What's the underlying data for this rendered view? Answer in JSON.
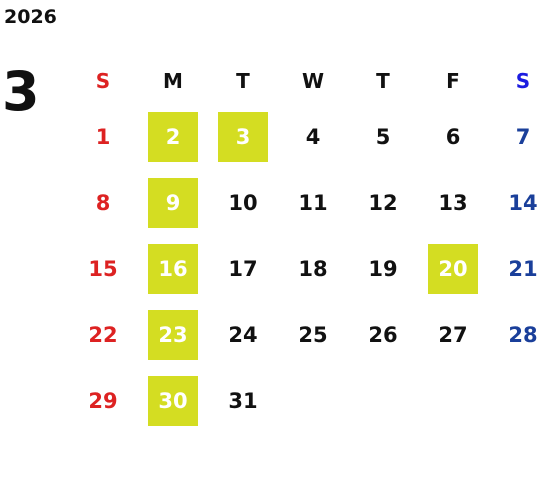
{
  "calendar": {
    "year": "2026",
    "month": "3",
    "weekdays": [
      "S",
      "M",
      "T",
      "W",
      "T",
      "F",
      "S"
    ],
    "highlight_color": "#d4dd22",
    "sunday_color": "#dd2222",
    "saturday_color": "#1a3f9a",
    "weeks": [
      [
        {
          "day": "1",
          "highlighted": false
        },
        {
          "day": "2",
          "highlighted": true
        },
        {
          "day": "3",
          "highlighted": true
        },
        {
          "day": "4",
          "highlighted": false
        },
        {
          "day": "5",
          "highlighted": false
        },
        {
          "day": "6",
          "highlighted": false
        },
        {
          "day": "7",
          "highlighted": false
        }
      ],
      [
        {
          "day": "8",
          "highlighted": false
        },
        {
          "day": "9",
          "highlighted": true
        },
        {
          "day": "10",
          "highlighted": false
        },
        {
          "day": "11",
          "highlighted": false
        },
        {
          "day": "12",
          "highlighted": false
        },
        {
          "day": "13",
          "highlighted": false
        },
        {
          "day": "14",
          "highlighted": false
        }
      ],
      [
        {
          "day": "15",
          "highlighted": false
        },
        {
          "day": "16",
          "highlighted": true
        },
        {
          "day": "17",
          "highlighted": false
        },
        {
          "day": "18",
          "highlighted": false
        },
        {
          "day": "19",
          "highlighted": false
        },
        {
          "day": "20",
          "highlighted": true
        },
        {
          "day": "21",
          "highlighted": false
        }
      ],
      [
        {
          "day": "22",
          "highlighted": false
        },
        {
          "day": "23",
          "highlighted": true
        },
        {
          "day": "24",
          "highlighted": false
        },
        {
          "day": "25",
          "highlighted": false
        },
        {
          "day": "26",
          "highlighted": false
        },
        {
          "day": "27",
          "highlighted": false
        },
        {
          "day": "28",
          "highlighted": false
        }
      ],
      [
        {
          "day": "29",
          "highlighted": false
        },
        {
          "day": "30",
          "highlighted": true
        },
        {
          "day": "31",
          "highlighted": false
        },
        {
          "day": "",
          "highlighted": false
        },
        {
          "day": "",
          "highlighted": false
        },
        {
          "day": "",
          "highlighted": false
        },
        {
          "day": "",
          "highlighted": false
        }
      ]
    ]
  }
}
